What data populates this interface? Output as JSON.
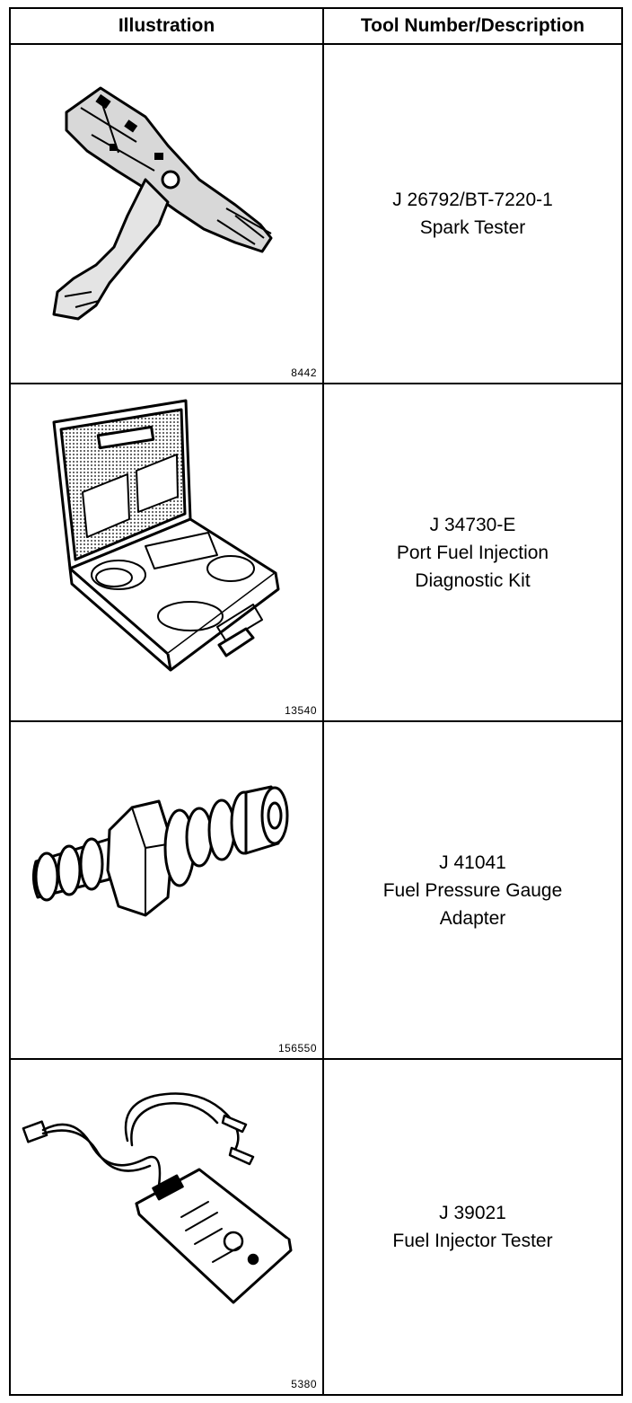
{
  "header": {
    "illustration": "Illustration",
    "tool": "Tool Number/Description"
  },
  "rows": [
    {
      "figure": "8442",
      "tool_number": "J 26792/BT-7220-1",
      "line1": "Spark Tester",
      "line2": "",
      "icon": "spark-tester-icon"
    },
    {
      "figure": "13540",
      "tool_number": "J 34730-E",
      "line1": "Port Fuel Injection",
      "line2": "Diagnostic Kit",
      "icon": "diagnostic-kit-case-icon"
    },
    {
      "figure": "156550",
      "tool_number": "J 41041",
      "line1": "Fuel Pressure Gauge",
      "line2": "Adapter",
      "icon": "hose-adapter-fitting-icon"
    },
    {
      "figure": "5380",
      "tool_number": "J 39021",
      "line1": "Fuel Injector Tester",
      "line2": "",
      "icon": "injector-tester-icon"
    }
  ]
}
